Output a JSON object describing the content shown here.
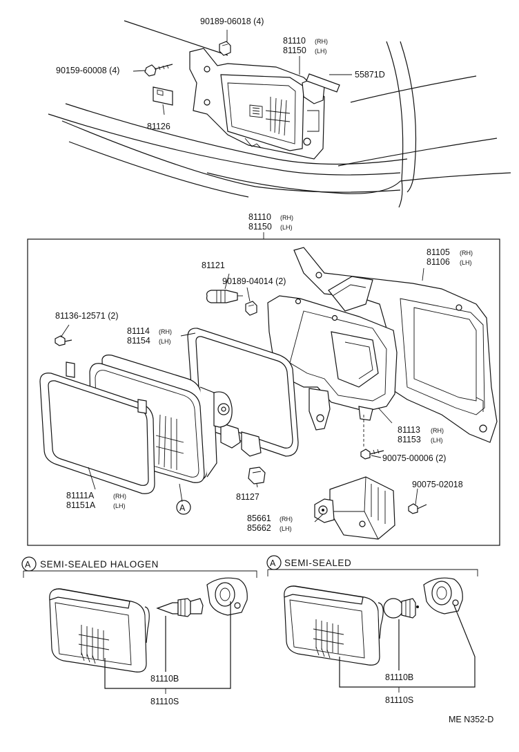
{
  "diagram": {
    "code": "ME  N352-D",
    "top_labels": {
      "p90189_06018": "90189-06018 (4)",
      "p81110": "81110",
      "p81110_rh": "(RH)",
      "p81150": "81150",
      "p81150_lh": "(LH)",
      "p90159": "90159-60008 (4)",
      "p55871d": "55871D",
      "p81126": "81126"
    },
    "box_header": {
      "p81110": "81110",
      "rh": "(RH)",
      "p81150": "81150",
      "lh": "(LH)"
    },
    "box_labels": {
      "p81121": "81121",
      "p90189_04014": "90189-04014 (2)",
      "p81105": "81105",
      "p81105_rh": "(RH)",
      "p81106": "81106",
      "p81106_lh": "(LH)",
      "p81136": "81136-12571 (2)",
      "p81114": "81114",
      "p81114_rh": "(RH)",
      "p81154": "81154",
      "p81154_lh": "(LH)",
      "p81113": "81113",
      "p81113_rh": "(RH)",
      "p81153": "81153",
      "p81153_lh": "(LH)",
      "p90075_00006": "90075-00006 (2)",
      "p90075_02018": "90075-02018",
      "p81111a": "81111A",
      "p81111a_rh": "(RH)",
      "p81151a": "81151A",
      "p81151a_lh": "(LH)",
      "p81127": "81127",
      "p85661": "85661",
      "p85661_rh": "(RH)",
      "p85662": "85662",
      "p85662_lh": "(LH)",
      "ref_a": "A"
    },
    "sections": {
      "left": {
        "badge": "A",
        "title": "SEMI-SEALED  HALOGEN",
        "p81110b": "81110B",
        "p81110s": "81110S"
      },
      "right": {
        "badge": "A",
        "title": "SEMI-SEALED",
        "p81110b": "81110B",
        "p81110s": "81110S"
      }
    }
  }
}
